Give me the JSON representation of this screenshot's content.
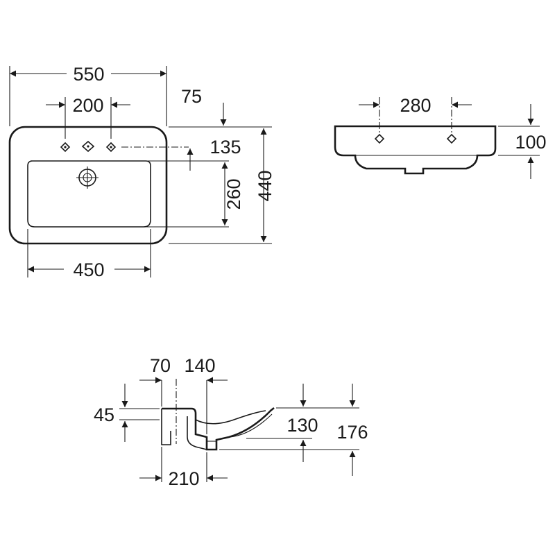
{
  "dimensions": {
    "top_width": "550",
    "tap_spacing": "200",
    "rim_front_offset": "75",
    "tap_hole_depth": "135",
    "bowl_depth": "260",
    "total_depth": "440",
    "bowl_width": "450",
    "side_hole_spacing": "280",
    "front_height": "100",
    "side_tap_offset": "70",
    "side_waste_offset": "140",
    "side_rim_thickness": "45",
    "side_inner_height": "130",
    "side_total_height": "176",
    "side_depth": "210"
  }
}
